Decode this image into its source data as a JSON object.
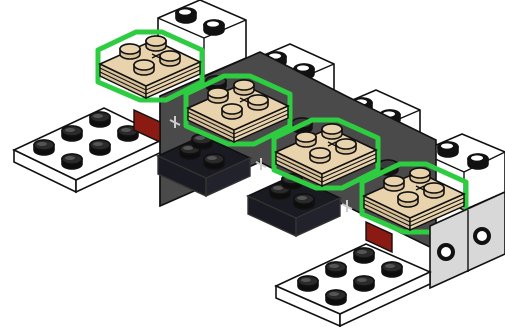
{
  "scene": {
    "kind": "lego-building-instruction-step",
    "highlight_color": "#2ecc40",
    "colors": {
      "tan": "#e9d3ac",
      "tan_side": "#d9c19a",
      "white": "#ffffff",
      "light_gray": "#d8d8d8",
      "dark_gray": "#4a4a4a",
      "black": "#1a1a22",
      "dark_red": "#8b1a12",
      "outline": "#111111"
    },
    "parts": [
      {
        "name": "tan-plate-2x2-stack",
        "count": 4,
        "highlighted": true,
        "icon": "axle-hole-icon"
      },
      {
        "name": "white-plate-2x4-left",
        "count": 1,
        "highlighted": false
      },
      {
        "name": "white-plate-2x4-bottom",
        "count": 1,
        "highlighted": false
      },
      {
        "name": "white-brick-1x2-top",
        "count": 4,
        "highlighted": false
      },
      {
        "name": "black-plate-2x2",
        "count": 2,
        "highlighted": false
      },
      {
        "name": "dark-gray-technic-brick",
        "count": 4,
        "highlighted": false
      },
      {
        "name": "light-gray-technic-brick-pin-hole",
        "count": 2,
        "highlighted": false
      }
    ]
  }
}
